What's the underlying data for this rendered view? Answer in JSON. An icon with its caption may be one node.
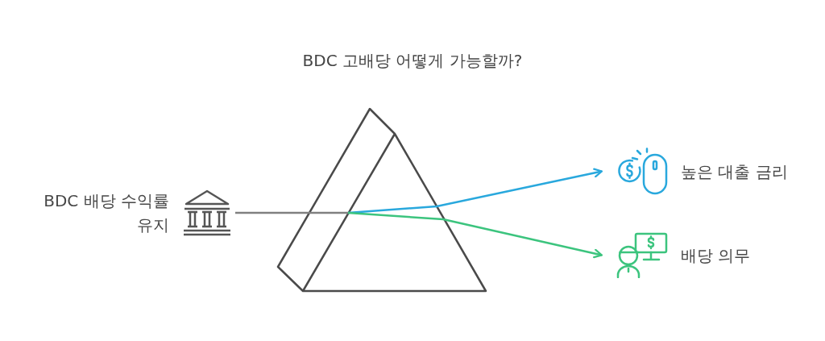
{
  "diagram": {
    "title": "BDC 고배당 어떻게 가능할까?",
    "nodes": [
      {
        "text": [
          "BDC 배당 수익률 유지"
        ]
      },
      {
        "text": [],
        "shape": "prism"
      },
      {
        "text": [
          "높은 대출 금리"
        ]
      },
      {
        "text": [
          "배당 의무"
        ]
      }
    ],
    "edges": [
      {
        "from": 0,
        "to": 1,
        "arrow": "none",
        "color": "#808080"
      },
      {
        "from": 1,
        "to": 2,
        "arrow": "to",
        "color": "#29a8dd"
      },
      {
        "from": 1,
        "to": 3,
        "arrow": "to",
        "color": "#3cc47e"
      }
    ]
  }
}
